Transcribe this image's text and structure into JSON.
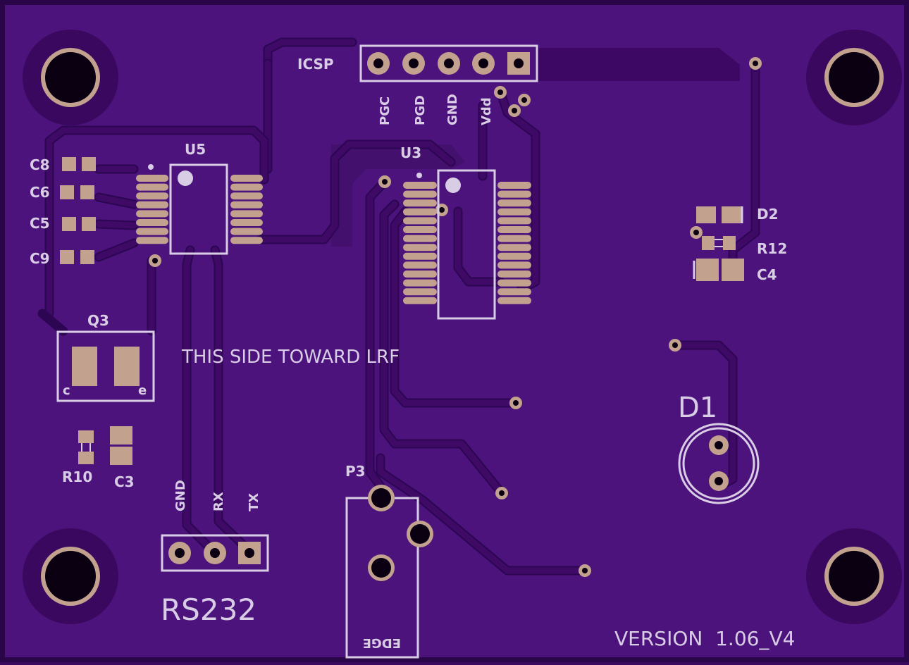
{
  "board": {
    "title_text": "THIS SIDE TOWARD LRF",
    "version_text": "VERSION  1.06_V4",
    "colors": {
      "background": "#4b137b",
      "border": "#2a0648",
      "silkscreen": "#d9cde6",
      "copper_pad": "#c2a28f",
      "trace": "#3f0a66"
    }
  },
  "labels": {
    "icsp": "ICSP",
    "pgc": "PGC",
    "pgd": "PGD",
    "gnd_top": "GND",
    "vdd": "Vdd",
    "u5": "U5",
    "u3": "U3",
    "c8": "C8",
    "c6": "C6",
    "c5": "C5",
    "c9": "C9",
    "q3": "Q3",
    "q3_c": "c",
    "q3_e": "e",
    "r10": "R10",
    "c3": "C3",
    "gnd_rs": "GND",
    "rx": "RX",
    "tx": "TX",
    "rs232": "RS232",
    "p3": "P3",
    "edge": "EDGE",
    "d1": "D1",
    "d2": "D2",
    "r12": "R12",
    "c4": "C4"
  },
  "icons": {
    "mounting_hole": "mounting-hole-icon",
    "via": "via-icon"
  }
}
